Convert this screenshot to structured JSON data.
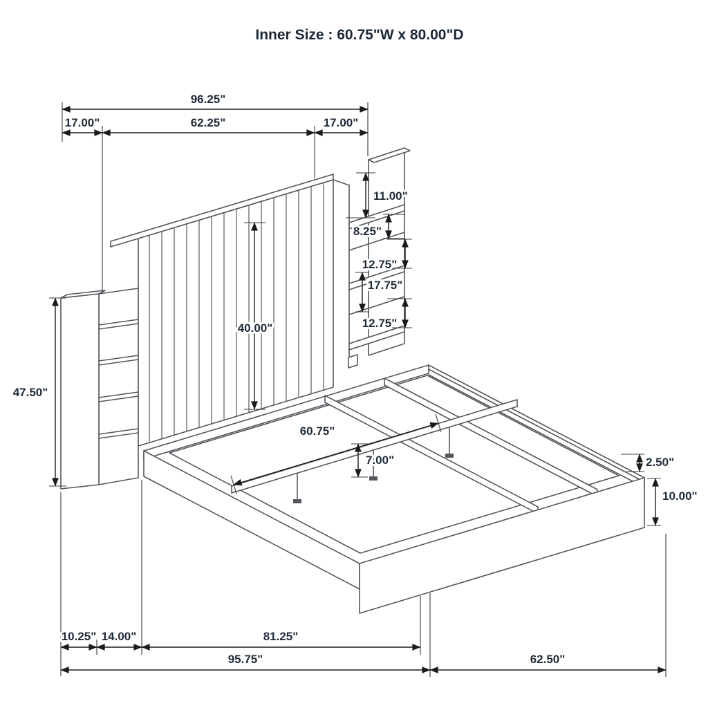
{
  "title": "Inner Size : 60.75\"W x 80.00\"D",
  "colors": {
    "label_text": "#1f2b38",
    "drawing_line": "#53575c",
    "dimension_line": "#1b1b1b",
    "background": "#ffffff"
  },
  "dims": {
    "overall_width": "96.25\"",
    "left_pier_width": "17.00\"",
    "headboard_width": "62.25\"",
    "right_pier_width": "17.00\"",
    "pier_top_opening": "11.00\"",
    "shelf_opening_small": "8.25\"",
    "shelf_opening_upper": "12.75\"",
    "shelf_section_height": "17.75\"",
    "shelf_opening_lower": "12.75\"",
    "headboard_height": "40.00\"",
    "pier_height": "47.50\"",
    "inner_width": "60.75\"",
    "support_leg_height": "7.00\"",
    "rail_lip_height": "2.50\"",
    "footboard_height": "10.00\"",
    "pier_depth": "10.25\"",
    "pier_to_frame_offset": "14.00\"",
    "frame_inner_length": "81.25\"",
    "overall_depth": "95.75\"",
    "side_rail_length": "62.50\""
  }
}
